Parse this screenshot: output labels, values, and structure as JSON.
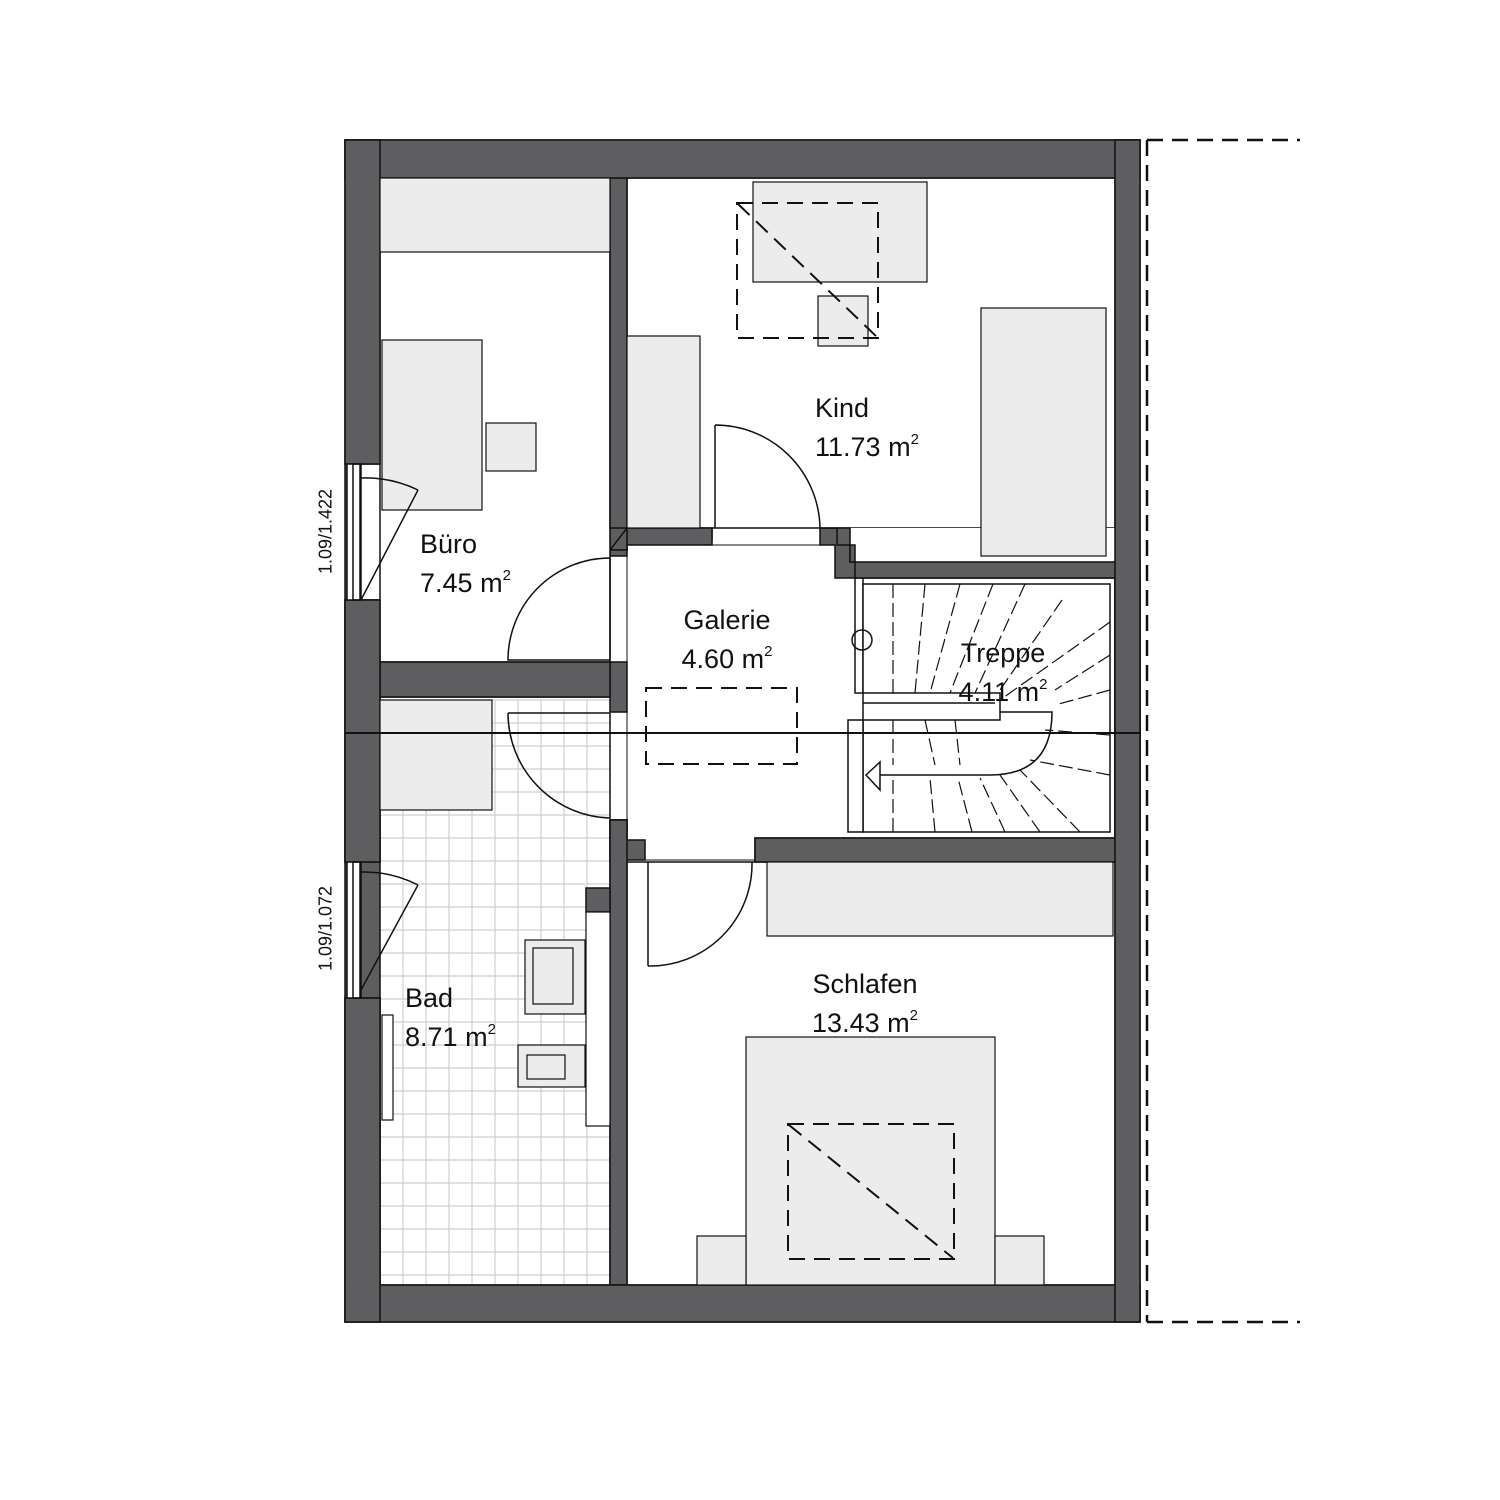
{
  "rooms": {
    "kind": {
      "name": "Kind",
      "area": "11.73",
      "unit": "m",
      "exp": "2"
    },
    "buero": {
      "name": "Büro",
      "area": "7.45",
      "unit": "m",
      "exp": "2"
    },
    "galerie": {
      "name": "Galerie",
      "area": "4.60",
      "unit": "m",
      "exp": "2"
    },
    "treppe": {
      "name": "Treppe",
      "area": "4.11",
      "unit": "m",
      "exp": "2"
    },
    "bad": {
      "name": "Bad",
      "area": "8.71",
      "unit": "m",
      "exp": "2"
    },
    "schlafen": {
      "name": "Schlafen",
      "area": "13.43",
      "unit": "m",
      "exp": "2"
    }
  },
  "windows": {
    "buero": "1.09/1.422",
    "bad": "1.09/1.072"
  },
  "colors": {
    "wall": "#5e5e60",
    "furniture": "#ececec",
    "tile_line": "#cfcfcf",
    "line": "#111111"
  }
}
